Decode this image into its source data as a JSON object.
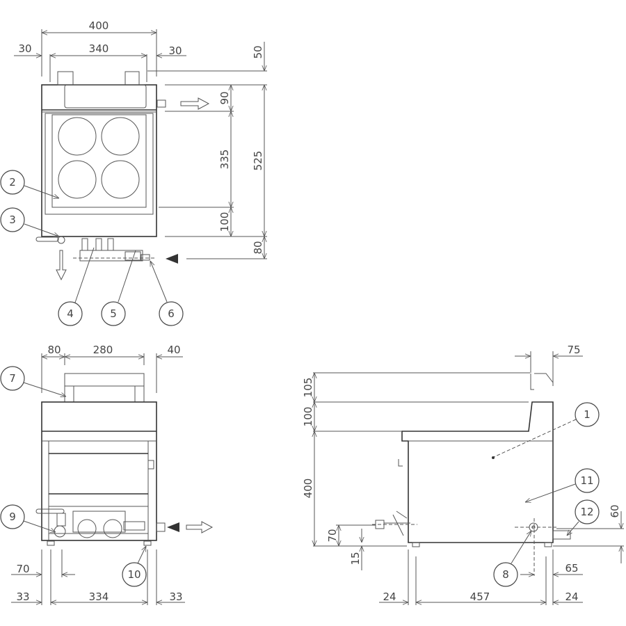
{
  "plan_view": {
    "dims": [
      "400",
      "340",
      "30",
      "30",
      "50",
      "90",
      "335",
      "525",
      "100",
      "80"
    ],
    "callouts": [
      "2",
      "3",
      "4",
      "5",
      "6"
    ]
  },
  "front_view": {
    "dims": [
      "80",
      "280",
      "40",
      "70",
      "33",
      "334",
      "33"
    ],
    "callouts": [
      "7",
      "9",
      "10"
    ]
  },
  "side_view": {
    "dims": [
      "75",
      "105",
      "100",
      "400",
      "70",
      "15",
      "60",
      "65",
      "24",
      "457",
      "24"
    ],
    "callouts": [
      "1",
      "11",
      "12",
      "8"
    ]
  }
}
